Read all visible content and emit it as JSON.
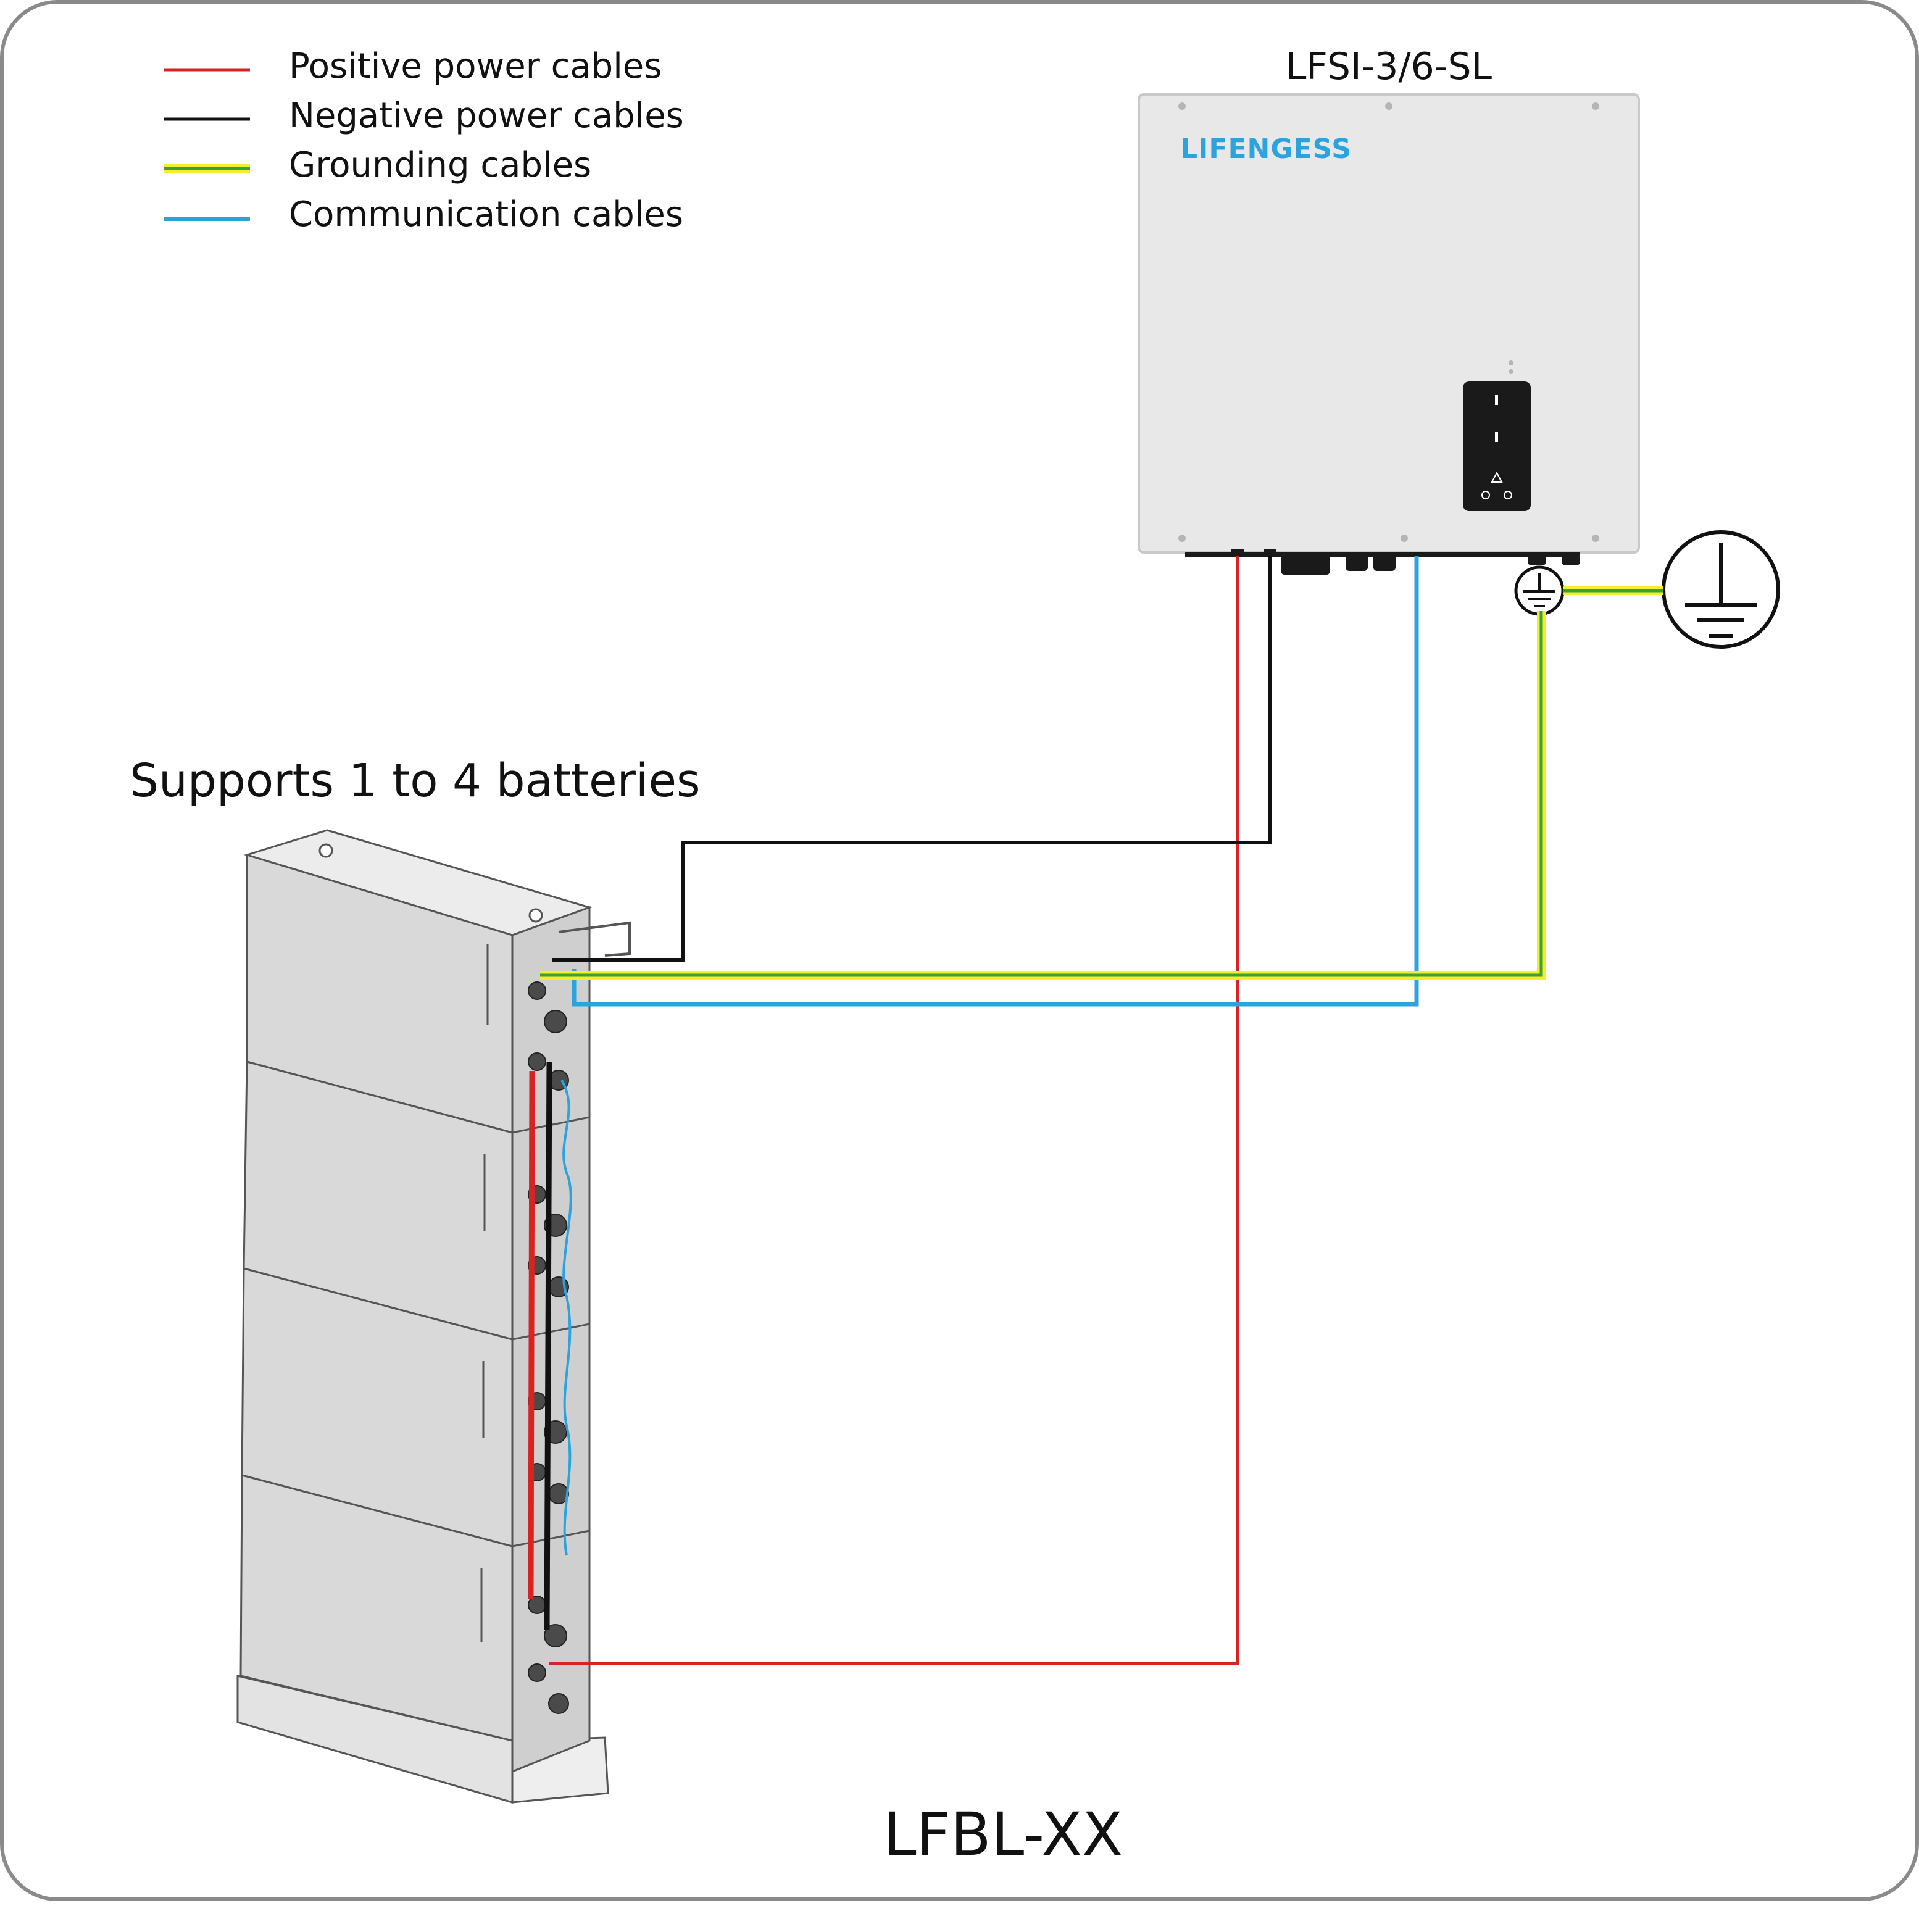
{
  "legend": {
    "items": [
      {
        "label": "Positive power cables",
        "color": "#d92323",
        "icon": "red-line"
      },
      {
        "label": "Negative power cables",
        "color": "#111111",
        "icon": "black-line"
      },
      {
        "label": "Grounding cables",
        "color": "#3aa13a",
        "accent": "#f3ef2a",
        "icon": "green-yellow-line"
      },
      {
        "label": "Communication cables",
        "color": "#2aa3de",
        "icon": "blue-line"
      }
    ]
  },
  "inverter": {
    "model": "LFSI-3/6-SL",
    "brand": "LIFENGESS",
    "brand_color": "#2aa3de"
  },
  "battery": {
    "note": "Supports 1 to 4 batteries",
    "model": "LFBL-XX",
    "module_count": 4
  },
  "ground_symbol": {
    "icon": "earth-ground-icon"
  },
  "colors": {
    "frame": "#8a8a8a",
    "inverter_body": "#e8e8e8",
    "battery_body": "#d9d9d9",
    "display": "#1a1a1a"
  }
}
